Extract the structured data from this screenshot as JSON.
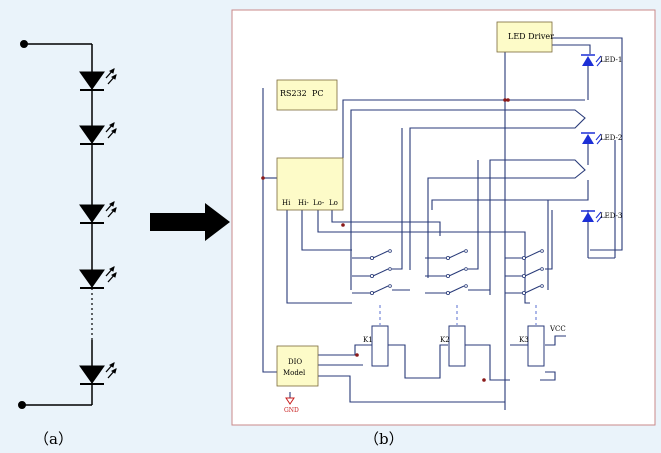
{
  "panels": {
    "a": {
      "caption": "（a）"
    },
    "b": {
      "caption": "（b）"
    }
  },
  "labels": {
    "led_driver": "LED Driver",
    "rs232": "RS232",
    "pc": "PC",
    "hi": "Hi",
    "hi_minus": "Hi-",
    "lo_minus": "Lo-",
    "lo": "Lo",
    "dio": "DIO",
    "model": "Model",
    "gnd": "GND",
    "vcc": "VCC",
    "k1": "K1",
    "k2": "K2",
    "k3": "K3",
    "led1": "LED-1",
    "led2": "LED-2",
    "led3": "LED-3"
  },
  "colors": {
    "background": "#eaf3fa",
    "panel_b_border": "#c98a8a",
    "box_fill": "#fdfbc8",
    "wire": "#283a78",
    "led_blue": "#1c2fd6",
    "junction": "#8b1a1a",
    "gnd_red": "#c81e1e",
    "relay_dash": "#5a6fd0"
  },
  "icons": {
    "arrow": "right-arrow-icon",
    "led": "led-diode-icon"
  }
}
